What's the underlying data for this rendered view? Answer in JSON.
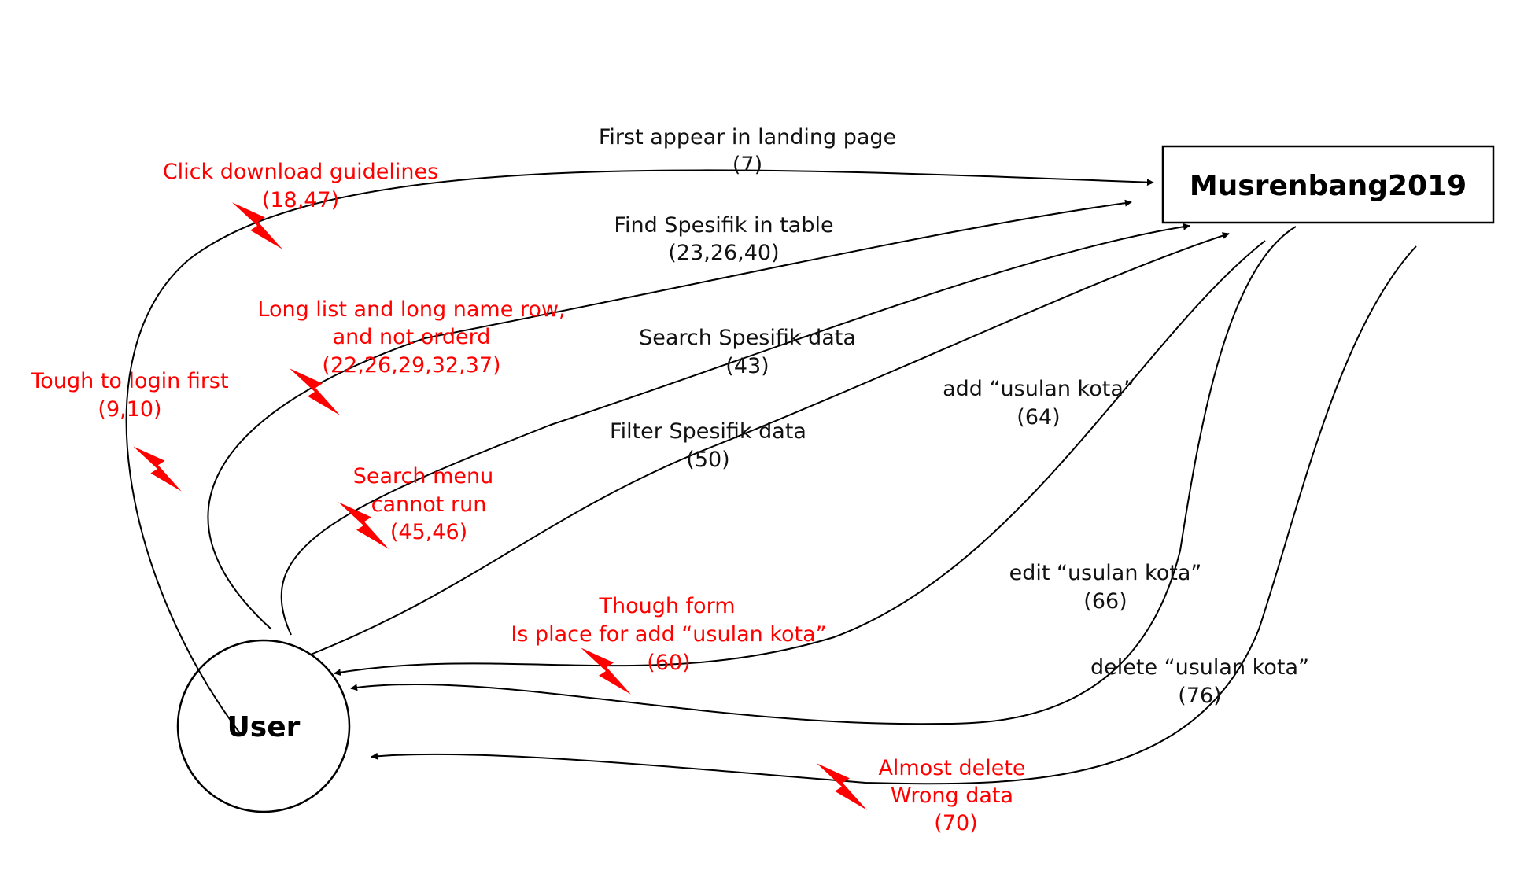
{
  "nodes": {
    "system": {
      "label": "Musrenbang2019"
    },
    "user": {
      "label": "User"
    }
  },
  "flows": [
    {
      "id": "first-appear",
      "line1": "First appear in landing page",
      "line2": "(7)"
    },
    {
      "id": "find-spesifik",
      "line1": "Find Spesifik in table",
      "line2": "(23,26,40)"
    },
    {
      "id": "search-spesifik",
      "line1": "Search Spesifik data",
      "line2": "(43)"
    },
    {
      "id": "filter-spesifik",
      "line1": "Filter Spesifik data",
      "line2": "(50)"
    },
    {
      "id": "add-usulan",
      "line1": "add “usulan kota”",
      "line2": "(64)"
    },
    {
      "id": "edit-usulan",
      "line1": "edit “usulan kota”",
      "line2": "(66)"
    },
    {
      "id": "delete-usulan",
      "line1": "delete “usulan kota”",
      "line2": "(76)"
    }
  ],
  "pain_points": [
    {
      "id": "download-guidelines",
      "lines": [
        "Click download guidelines",
        "(18,47)"
      ]
    },
    {
      "id": "login-first",
      "lines": [
        "Tough to login first",
        "(9,10)"
      ]
    },
    {
      "id": "long-list",
      "lines": [
        "Long list and long name row,",
        "and not orderd",
        "(22,26,29,32,37)"
      ]
    },
    {
      "id": "search-menu",
      "lines": [
        "Search menu",
        "cannot run",
        "(45,46)"
      ]
    },
    {
      "id": "though-form",
      "lines": [
        "Though form",
        "Is place for add “usulan kota”",
        "(60)"
      ]
    },
    {
      "id": "almost-delete",
      "lines": [
        "Almost delete",
        "Wrong data",
        "(70)"
      ]
    }
  ],
  "colors": {
    "flow": "#111111",
    "pain_point": "#ff0000"
  }
}
